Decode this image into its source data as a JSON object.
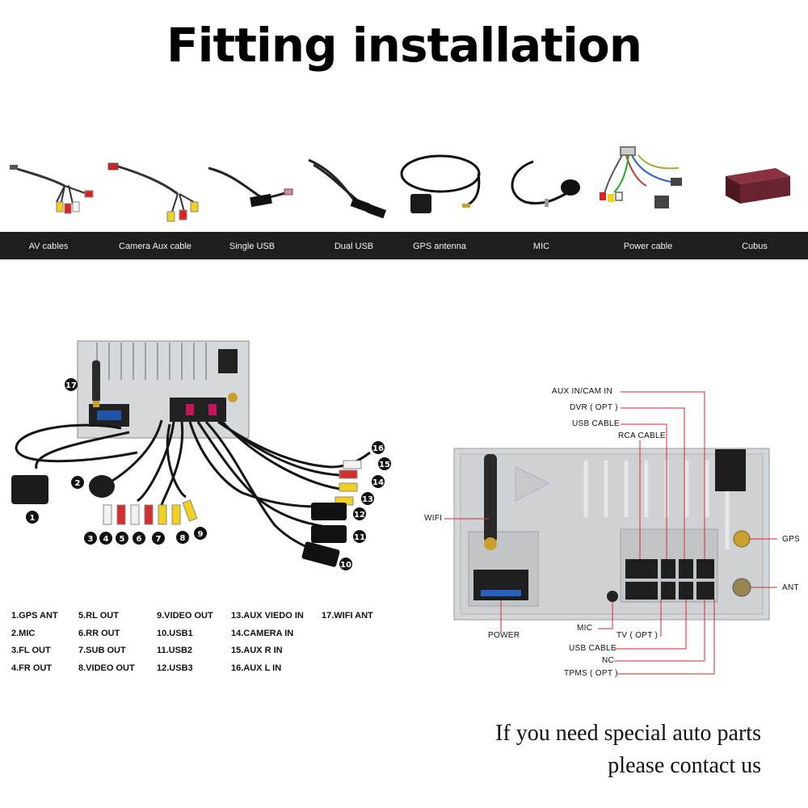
{
  "title": "Fitting installation",
  "accessories": [
    {
      "label": "AV cables",
      "icon": "av-cables-icon"
    },
    {
      "label": "Camera Aux cable",
      "icon": "camera-aux-cable-icon"
    },
    {
      "label": "Single USB",
      "icon": "single-usb-icon"
    },
    {
      "label": "Dual USB",
      "icon": "dual-usb-icon"
    },
    {
      "label": "GPS antenna",
      "icon": "gps-antenna-icon"
    },
    {
      "label": "MIC",
      "icon": "mic-icon"
    },
    {
      "label": "Power cable",
      "icon": "power-cable-icon"
    },
    {
      "label": "Cubus",
      "icon": "cubus-box-icon"
    }
  ],
  "left_diagram": {
    "callouts": [
      "1",
      "2",
      "3",
      "4",
      "5",
      "6",
      "7",
      "8",
      "9",
      "10",
      "11",
      "12",
      "13",
      "14",
      "15",
      "16",
      "17"
    ]
  },
  "legend": [
    "1.GPS ANT",
    "2.MIC",
    "3.FL OUT",
    "4.FR OUT",
    "5.RL OUT",
    "6.RR OUT",
    "7.SUB OUT",
    "8.VIDEO OUT",
    "9.VIDEO OUT",
    "10.USB1",
    "11.USB2",
    "12.USB3",
    "13.AUX VIEDO IN",
    "14.CAMERA IN",
    "15.AUX R IN",
    "16.AUX L IN",
    "17.WIFI ANT"
  ],
  "right_diagram": {
    "top_labels": [
      "AUX  IN/CAM  IN",
      "DVR ( OPT )",
      "USB  CABLE",
      "RCA CABLE"
    ],
    "side_labels": {
      "wifi": "WIFI",
      "gps": "GPS",
      "ant": "ANT",
      "power": "POWER"
    },
    "bottom_labels": [
      "MIC",
      "TV ( OPT )",
      "USB  CABLE",
      "NC",
      "TPMS ( OPT )"
    ],
    "line_color": "#e0262b"
  },
  "contact": {
    "line1": "If you need special auto parts",
    "line2": "please contact us"
  }
}
